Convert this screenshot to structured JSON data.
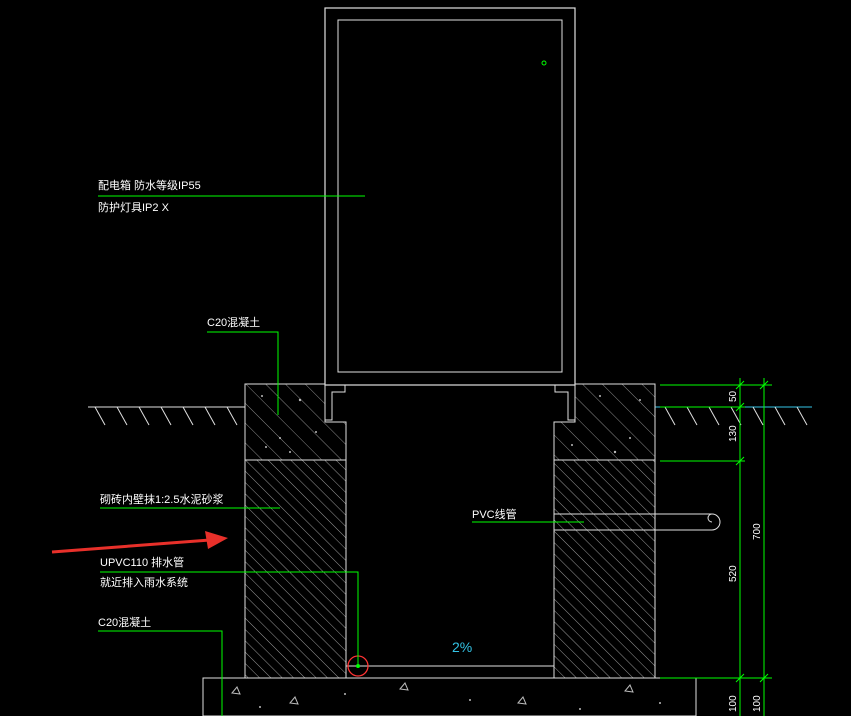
{
  "labels": {
    "box_line1": "配电箱 防水等级IP55",
    "box_line2": "防护灯具IP2 X",
    "c20_top": "C20混凝土",
    "wall": "砌砖内壁抹1:2.5水泥砂浆",
    "pvc": "PVC线管",
    "drain_line1": "UPVC110 排水管",
    "drain_line2": "就近排入雨水系统",
    "c20_bottom": "C20混凝土",
    "slope": "2%"
  },
  "dimensions": {
    "d50": "50",
    "d130": "130",
    "d520": "520",
    "d700": "700",
    "d100_a": "100",
    "d100_b": "100"
  },
  "colors": {
    "background": "#000000",
    "linework": "#e0e0e0",
    "leader": "#00ff00",
    "ground": "#33c4e6",
    "marker_circle": "#ff3333",
    "arrow": "#e8302a",
    "slope_text": "#33c4e6"
  }
}
